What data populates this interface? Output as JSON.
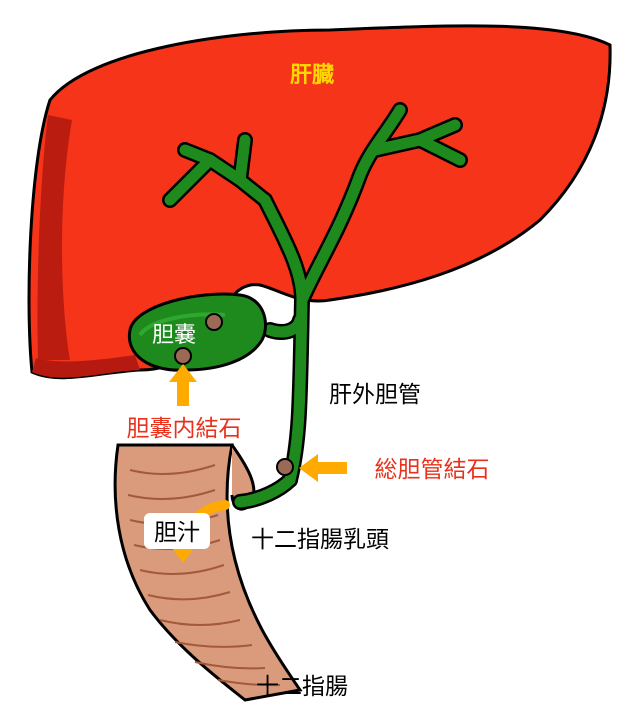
{
  "labels": {
    "liver": "肝臓",
    "gallbladder": "胆嚢",
    "gallbladder_stone": "胆嚢内結石",
    "extrahepatic_bile_duct": "肝外胆管",
    "common_bile_duct_stone": "総胆管結石",
    "bile": "胆汁",
    "papilla": "十二指腸乳頭",
    "duodenum": "十二指腸"
  },
  "colors": {
    "liver": "#f5341a",
    "liver_shadow": "#b51a10",
    "bile_duct": "#1e8a1e",
    "duodenum": "#d99b7c",
    "duodenum_fold": "#a35a3c",
    "stone": "#9a6a55",
    "arrow": "#ffaa00",
    "liver_label": "#ffd700",
    "stone_label": "#e8321e"
  }
}
